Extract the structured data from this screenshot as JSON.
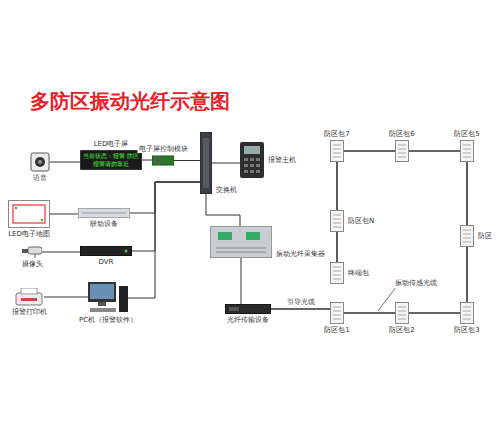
{
  "diagram": {
    "title": "多防区振动光纤示意图",
    "nodes": [
      {
        "text": [
          "语音"
        ]
      },
      {
        "text": [
          "LED电子屏",
          "当前状态：报警 防区报警请勿靠近"
        ]
      },
      {
        "text": [
          "电子屏控制模块"
        ]
      },
      {
        "text": [
          "交换机"
        ]
      },
      {
        "text": [
          "报警主机"
        ]
      },
      {
        "text": [
          "LED电子地图"
        ]
      },
      {
        "text": [
          "联动设备"
        ]
      },
      {
        "text": [
          "摄像头"
        ]
      },
      {
        "text": [
          "DVR"
        ]
      },
      {
        "text": [
          "报警打印机"
        ]
      },
      {
        "text": [
          "PC机（报警软件）"
        ]
      },
      {
        "text": [
          "振动光纤采集器"
        ]
      },
      {
        "text": [
          "光纤传输设备"
        ]
      },
      {
        "text": [
          "防区包7"
        ]
      },
      {
        "text": [
          "防区包6"
        ]
      },
      {
        "text": [
          "防区包5"
        ]
      },
      {
        "text": [
          "防区包N"
        ]
      },
      {
        "text": [
          "防区"
        ]
      },
      {
        "text": [
          "终端包"
        ]
      },
      {
        "text": [
          "防区包1"
        ]
      },
      {
        "text": [
          "防区包2"
        ]
      },
      {
        "text": [
          "防区包3"
        ]
      }
    ],
    "edges": [
      {
        "from": 0,
        "to": 1,
        "arrow": "none"
      },
      {
        "from": 1,
        "to": 2,
        "arrow": "none"
      },
      {
        "from": 2,
        "to": 3,
        "arrow": "none"
      },
      {
        "from": 3,
        "to": 4,
        "arrow": "none"
      },
      {
        "from": 5,
        "to": 6,
        "arrow": "none"
      },
      {
        "from": 6,
        "to": 3,
        "arrow": "none"
      },
      {
        "from": 7,
        "to": 8,
        "arrow": "none"
      },
      {
        "from": 8,
        "to": 3,
        "arrow": "none"
      },
      {
        "from": 9,
        "to": 10,
        "arrow": "none"
      },
      {
        "from": 10,
        "to": 3,
        "arrow": "none"
      },
      {
        "from": 3,
        "to": 11,
        "arrow": "none"
      },
      {
        "from": 11,
        "to": 12,
        "arrow": "none"
      },
      {
        "from": 12,
        "to": 19,
        "label": "引导光缆",
        "arrow": "none"
      },
      {
        "from": 19,
        "to": 20,
        "arrow": "none"
      },
      {
        "from": 20,
        "to": 21,
        "arrow": "none"
      },
      {
        "from": 21,
        "to": 17,
        "arrow": "none"
      },
      {
        "from": 17,
        "to": 15,
        "arrow": "none"
      },
      {
        "from": 15,
        "to": 14,
        "arrow": "none"
      },
      {
        "from": 14,
        "to": 13,
        "arrow": "none"
      },
      {
        "from": 13,
        "to": 16,
        "arrow": "none"
      },
      {
        "from": 16,
        "to": 18,
        "arrow": "none"
      }
    ],
    "labels": [
      "振动传感光缆"
    ]
  }
}
